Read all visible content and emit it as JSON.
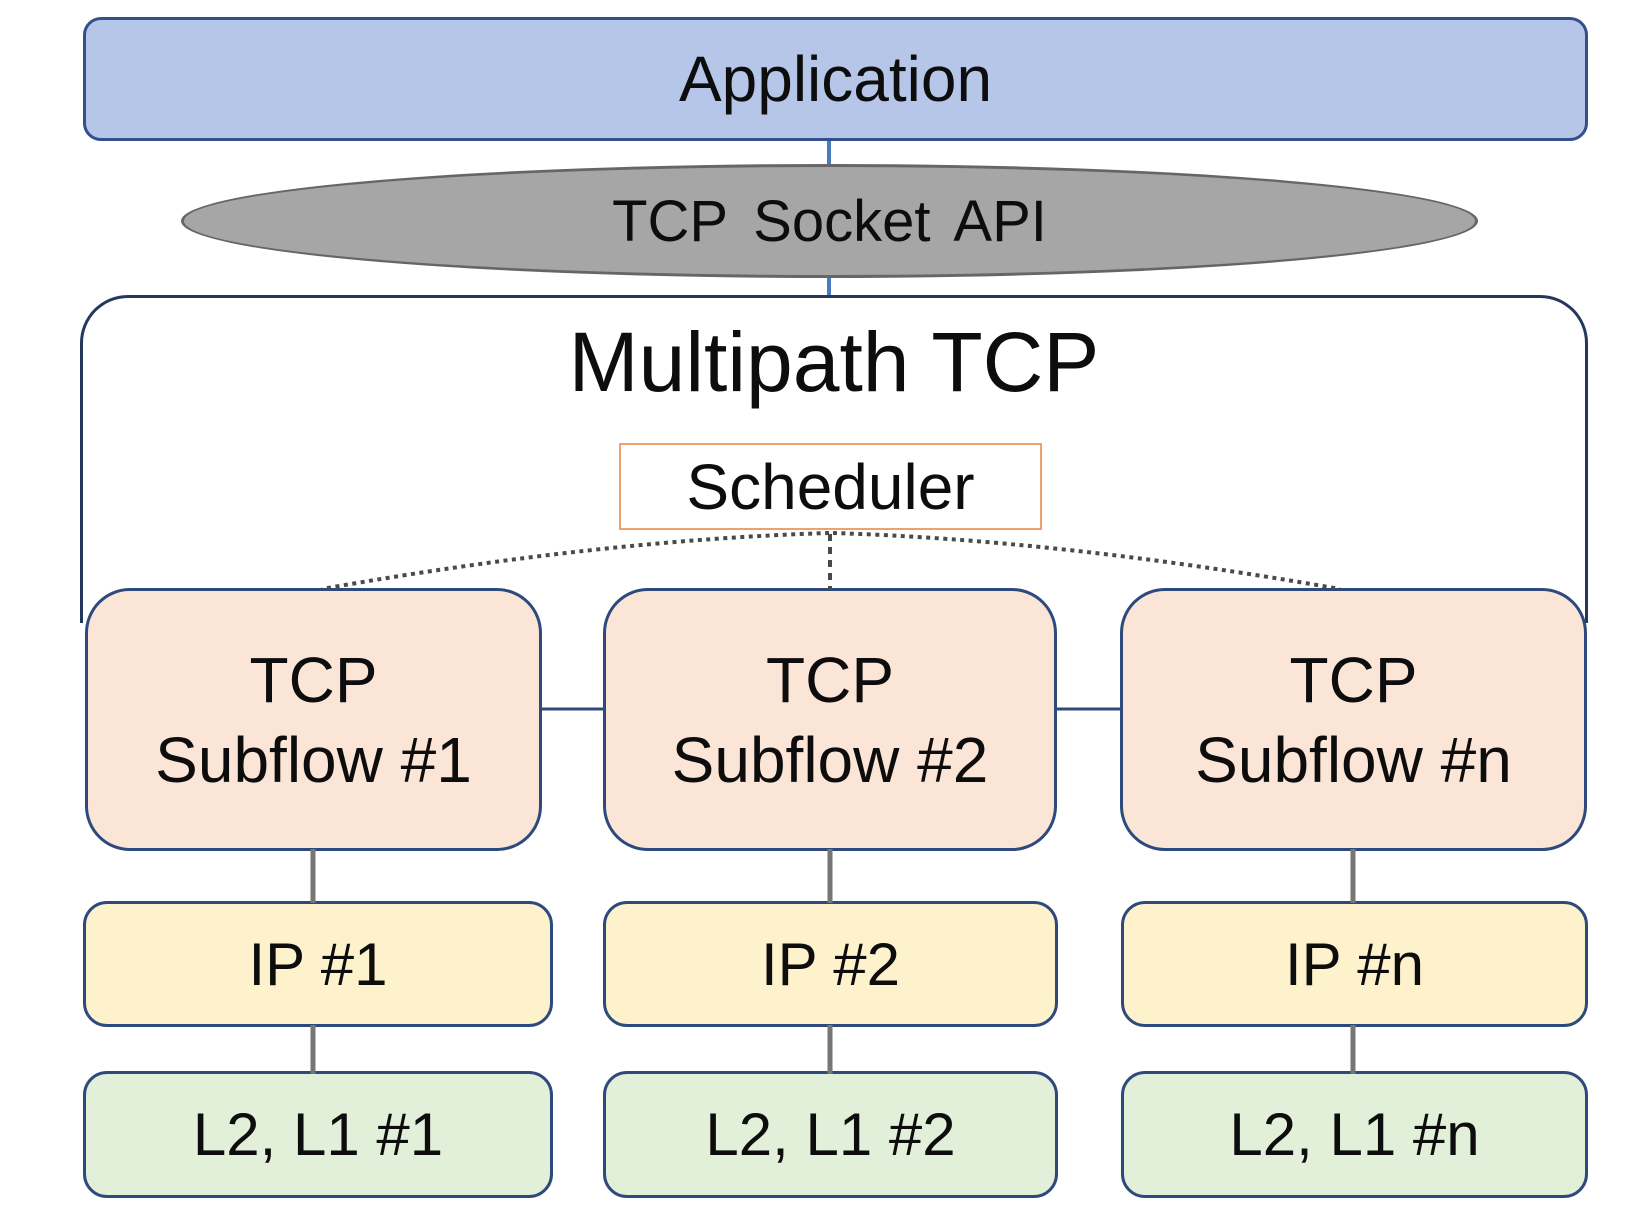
{
  "nodes": {
    "application": "Application",
    "tcp_socket_api": "TCP Socket API",
    "multipath_tcp": "Multipath TCP",
    "scheduler": "Scheduler"
  },
  "columns": [
    {
      "subflow_line1": "TCP",
      "subflow_line2": "Subflow #1",
      "ip": "IP #1",
      "l2l1": "L2, L1 #1"
    },
    {
      "subflow_line1": "TCP",
      "subflow_line2": "Subflow #2",
      "ip": "IP #2",
      "l2l1": "L2, L1 #2"
    },
    {
      "subflow_line1": "TCP",
      "subflow_line2": "Subflow #n",
      "ip": "IP #n",
      "l2l1": "L2, L1 #n"
    }
  ],
  "colors": {
    "application_fill": "#b6c6e8",
    "application_border": "#33508c",
    "ellipse_fill": "#a6a6a6",
    "ellipse_border": "#666666",
    "container_border": "#24385e",
    "scheduler_border": "#f0a070",
    "subflow_fill": "#fbe5d6",
    "ip_fill": "#fdf2cc",
    "l2_fill": "#e2efd9",
    "box_border": "#2e4a7d",
    "connector_gray": "#767676",
    "connector_blue": "#4a7bc0",
    "dotted_color": "#4a4a4a"
  }
}
